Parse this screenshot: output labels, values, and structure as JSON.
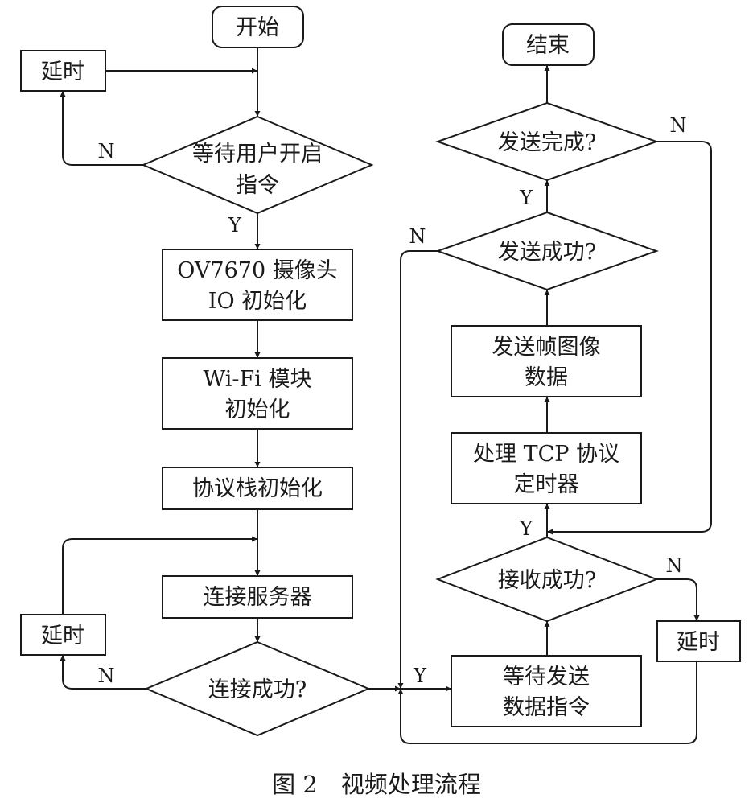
{
  "nodes": {
    "start": [
      "开始"
    ],
    "end": [
      "结束"
    ],
    "delay_top": [
      "延时"
    ],
    "wait_user": [
      "等待用户开启",
      "指令"
    ],
    "ov7670_init": [
      "OV7670 摄像头",
      "IO 初始化"
    ],
    "wifi_init": [
      "Wi-Fi 模块",
      "初始化"
    ],
    "stack_init": [
      "协议栈初始化"
    ],
    "connect_server": [
      "连接服务器"
    ],
    "delay_bottom_left": [
      "延时"
    ],
    "connect_ok": [
      "连接成功?"
    ],
    "wait_send_cmd": [
      "等待发送",
      "数据指令"
    ],
    "receive_ok": [
      "接收成功?"
    ],
    "delay_right": [
      "延时"
    ],
    "process_tcp": [
      "处理 TCP 协议",
      "定时器"
    ],
    "send_frame": [
      "发送帧图像",
      "数据"
    ],
    "send_ok": [
      "发送成功?"
    ],
    "send_done": [
      "发送完成?"
    ]
  },
  "labels": {
    "yes": "Y",
    "no": "N"
  },
  "caption": "图 2　视频处理流程"
}
